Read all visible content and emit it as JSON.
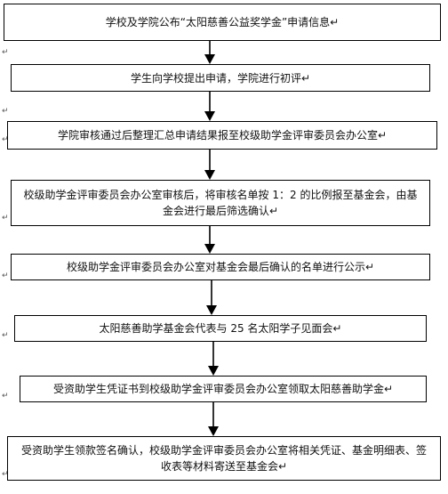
{
  "flowchart": {
    "steps": [
      {
        "text": "学校及学院公布“太阳慈善公益奖学金”申请信息↵"
      },
      {
        "text": "学生向学校提出申请，学院进行初评↵"
      },
      {
        "text": "学院审核通过后整理汇总申请结果报至校级助学金评审委员会办公室↵"
      },
      {
        "text": "校级助学金评审委员会办公室审核后，将审核名单按 1：2 的比例报至基金会，由基金会进行最后筛选确认↵"
      },
      {
        "text": "校级助学金评审委员会办公室对基金会最后确认的名单进行公示↵"
      },
      {
        "text": "太阳慈善助学基金会代表与 25 名太阳学子见面会↵"
      },
      {
        "text": "受资助学生凭证书到校级助学金评审委员会办公室领取太阳慈善助学金↵"
      },
      {
        "text": "受资助学生领款签名确认，校级助学金评审委员会办公室将相关凭证、基金明细表、签收表等材料寄送至基金会↵"
      }
    ],
    "margin_marks": [
      "↵",
      "↵",
      "↵",
      "↵",
      "↵",
      "↵",
      "↵",
      "↵"
    ]
  }
}
